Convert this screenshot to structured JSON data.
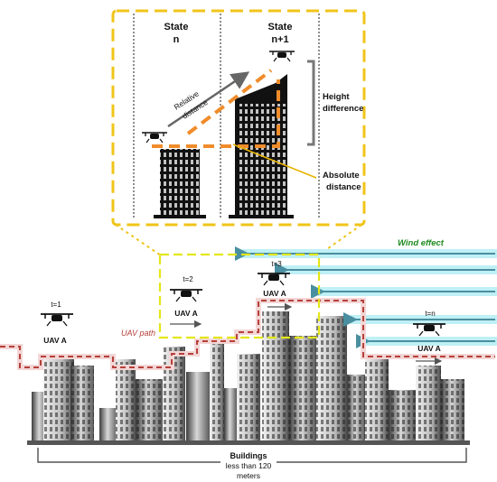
{
  "zoom_panel": {
    "state_n": {
      "line1": "State",
      "line2": "n"
    },
    "state_n1": {
      "line1": "State",
      "line2": "n+1"
    },
    "relative_distance": {
      "line1": "Relative",
      "line2": "distance"
    },
    "height_difference": {
      "line1": "Height",
      "line2": "difference"
    },
    "absolute_distance": {
      "line1": "Absolute",
      "line2": "distance"
    }
  },
  "scene": {
    "wind_effect": "Wind effect",
    "uav_path": "UAV path",
    "drones": [
      {
        "time": "t=1",
        "name": "UAV A"
      },
      {
        "time": "t=2",
        "name": "UAV A"
      },
      {
        "time": "t=3",
        "name": "UAV A"
      },
      {
        "time": "t=n",
        "name": "UAV A"
      }
    ],
    "buildings": {
      "line1": "Buildings",
      "line2": "less than 120",
      "line3": "meters"
    }
  },
  "colors": {
    "zoom_frame": "#f0c419",
    "state_path": "#f08c2a",
    "uav_path": "#b5413a",
    "wind_arrow": "#4a8fa0",
    "wind_glow": "#bff0f6",
    "wind_label": "#1f8a1f",
    "time_box": "#e4e61a"
  }
}
